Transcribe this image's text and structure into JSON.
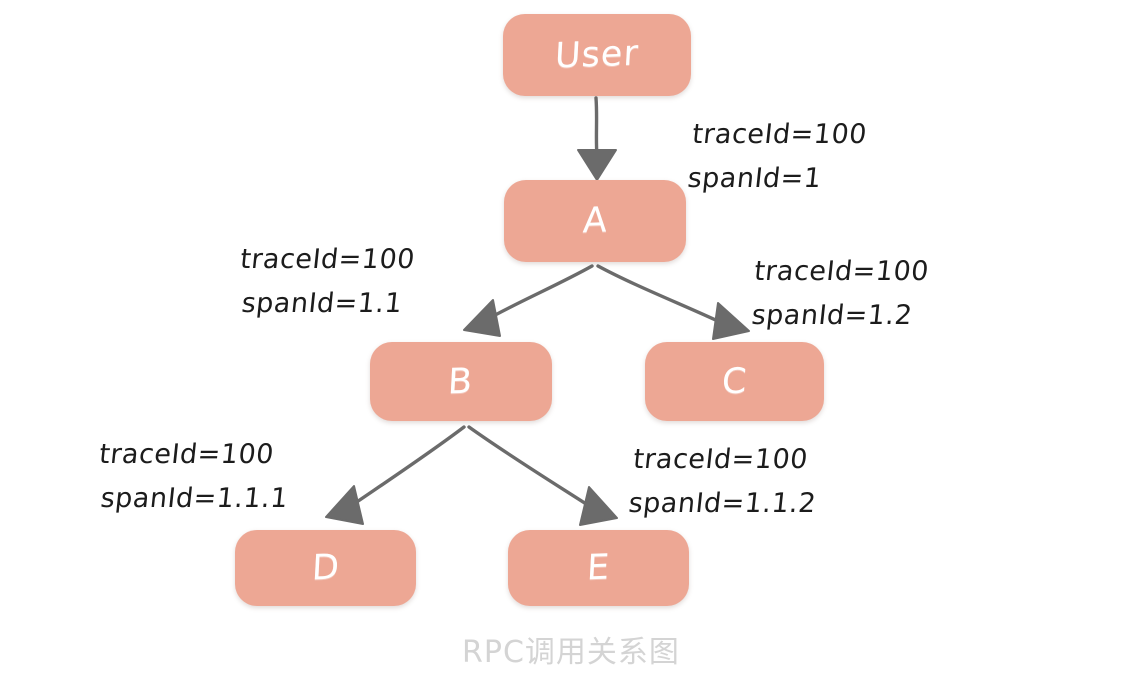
{
  "diagram": {
    "caption": "RPC调用关系图",
    "node_fill_color": "#eda794",
    "node_text_color": "#ffffff",
    "arrow_color": "#6b6b6b",
    "label_text_color": "#1c1c1c",
    "caption_color": "#d4d4d4",
    "background_color": "#ffffff",
    "nodes": [
      {
        "id": "user",
        "label": "User"
      },
      {
        "id": "a",
        "label": "A"
      },
      {
        "id": "b",
        "label": "B"
      },
      {
        "id": "c",
        "label": "C"
      },
      {
        "id": "d",
        "label": "D"
      },
      {
        "id": "e",
        "label": "E"
      }
    ],
    "edges": [
      {
        "id": "user-a",
        "from": "User",
        "to": "A",
        "trace_line": "traceId=100",
        "span_line": "spanId=1"
      },
      {
        "id": "a-b",
        "from": "A",
        "to": "B",
        "trace_line": "traceId=100",
        "span_line": "spanId=1.1"
      },
      {
        "id": "a-c",
        "from": "A",
        "to": "C",
        "trace_line": "traceId=100",
        "span_line": "spanId=1.2"
      },
      {
        "id": "b-d",
        "from": "B",
        "to": "D",
        "trace_line": "traceId=100",
        "span_line": "spanId=1.1.1"
      },
      {
        "id": "b-e",
        "from": "B",
        "to": "E",
        "trace_line": "traceId=100",
        "span_line": "spanId=1.1.2"
      }
    ]
  }
}
